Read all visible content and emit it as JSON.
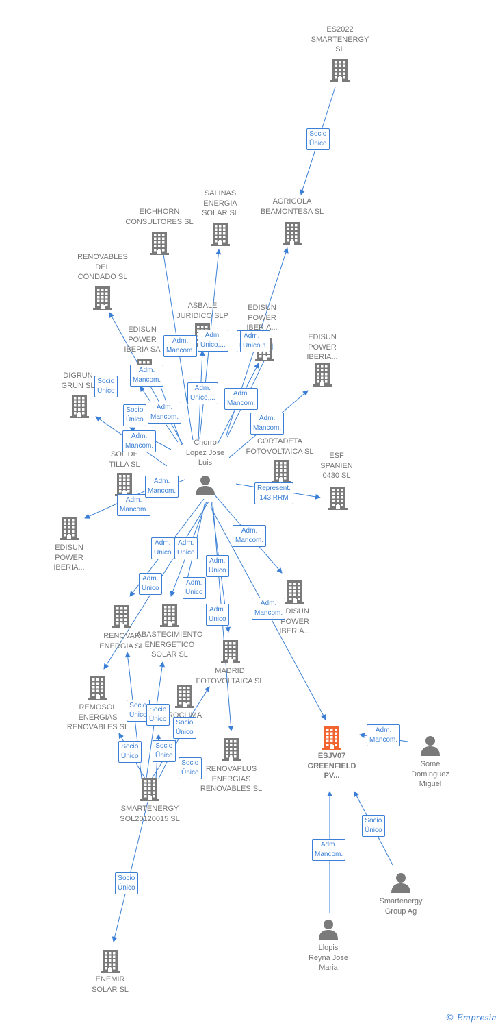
{
  "colors": {
    "edge": "#3a7fd5",
    "company": "#7a7a7a",
    "focus": "#f26430",
    "person": "#7a7a7a",
    "text": "#757575"
  },
  "nodes": [
    {
      "id": "es2022",
      "type": "company",
      "label": "ES2022\nSMARTENERGY\nSL"
    },
    {
      "id": "agricola",
      "type": "company",
      "label": "AGRICOLA\nBEAMONTESA SL"
    },
    {
      "id": "salinas",
      "type": "company",
      "label": "SALINAS\nENERGIA\nSOLAR SL"
    },
    {
      "id": "eichhorn",
      "type": "company",
      "label": "EICHHORN\nCONSULTORES SL"
    },
    {
      "id": "renov_condado",
      "type": "company",
      "label": "RENOVABLES\nDEL\nCONDADO SL"
    },
    {
      "id": "asbale",
      "type": "company",
      "label": "ASBALE\nJURIDICO SLP"
    },
    {
      "id": "edisun_a",
      "type": "company",
      "label": "EDISUN\nPOWER\nIBERIA..."
    },
    {
      "id": "edisun_b",
      "type": "company",
      "label": "EDISUN\nPOWER\nIBERIA..."
    },
    {
      "id": "edisun_c",
      "type": "company",
      "label": "EDISUN\nPOWER\nIBERIA SA"
    },
    {
      "id": "digrun",
      "type": "company",
      "label": "DIGRUN\nGRUN SL"
    },
    {
      "id": "sol_tilla",
      "type": "company",
      "label": "SOL DE\nTILLA SL"
    },
    {
      "id": "edisun_d",
      "type": "company",
      "label": "EDISUN\nPOWER\nIBERIA..."
    },
    {
      "id": "cortadeta",
      "type": "company",
      "label": "CORTADETA\nFOTOVOLTAICA SL"
    },
    {
      "id": "esf",
      "type": "company",
      "label": "ESF\nSPANIEN\n0430 SL"
    },
    {
      "id": "edisun_e",
      "type": "company",
      "label": "EDISUN\nPOWER\nIBERIA..."
    },
    {
      "id": "renovar",
      "type": "company",
      "label": "RENOVAR\nENERGIA SL"
    },
    {
      "id": "abastecimiento",
      "type": "company",
      "label": "ABASTECIMIENTO\nENERGETICO\nSOLAR SL"
    },
    {
      "id": "madrid",
      "type": "company",
      "label": "MADRID\nFOTOVOLTAICA SL"
    },
    {
      "id": "remosol",
      "type": "company",
      "label": "REMOSOL\nENERGIAS\nRENOVABLES SL"
    },
    {
      "id": "roclima",
      "type": "company",
      "label": "ROCLIMA\nSL"
    },
    {
      "id": "renovaplus",
      "type": "company",
      "label": "RENOVAPLUS\nENERGIAS\nRENOVABLES SL"
    },
    {
      "id": "smartenergy_sol",
      "type": "company",
      "label": "SMARTENERGY\nSOL20120015 SL"
    },
    {
      "id": "enemir",
      "type": "company",
      "label": "ENEMIR\nSOLAR SL"
    },
    {
      "id": "esjv07",
      "type": "focus",
      "label": "ESJV07\nGREENFIELD\nPV..."
    },
    {
      "id": "chorro",
      "type": "person",
      "label": "Chorro\nLopez Jose\nLuis"
    },
    {
      "id": "some",
      "type": "person",
      "label": "Some\nDominguez\nMiguel"
    },
    {
      "id": "smartenergy_group",
      "type": "person",
      "label": "Smartenergy\nGroup Ag"
    },
    {
      "id": "llopis",
      "type": "person",
      "label": "Llopis\nReyna Jose\nMaria"
    }
  ],
  "edges": [
    {
      "label": "Socio\nÚnico"
    },
    {
      "label": "Adm.\nMancom."
    },
    {
      "label": "Adm.\nUnico,..."
    },
    {
      "label": "Adm.\nMancom."
    },
    {
      "label": "Adm.\nMancom."
    },
    {
      "label": "Adm.\nUnico"
    },
    {
      "label": "Adm.\nUnico,..."
    },
    {
      "label": "Adm.\nMancom."
    },
    {
      "label": "Socio\nÚnico"
    },
    {
      "label": "Adm.\nMancom."
    },
    {
      "label": "Socio\nÚnico"
    },
    {
      "label": "Adm.\nMancom."
    },
    {
      "label": "Adm.\nMancom."
    },
    {
      "label": "Adm.\nMancom."
    },
    {
      "label": "Represent.\n143 RRM"
    },
    {
      "label": "Adm.\nMancom."
    },
    {
      "label": "Adm.\nMancom."
    },
    {
      "label": "Adm.\nUnico"
    },
    {
      "label": "Adm.\nUnico"
    },
    {
      "label": "Adm.\nUnico"
    },
    {
      "label": "Adm.\nUnico"
    },
    {
      "label": "Adm.\nUnico"
    },
    {
      "label": "Adm.\nUnico"
    },
    {
      "label": "Adm.\nMancom."
    },
    {
      "label": "Socio\nÚnico"
    },
    {
      "label": "Socio\nÚnico"
    },
    {
      "label": "Socio\nÚnico"
    },
    {
      "label": "Socio\nÚnico"
    },
    {
      "label": "Socio\nÚnico"
    },
    {
      "label": "Socio\nÚnico"
    },
    {
      "label": "Socio\nÚnico"
    },
    {
      "label": "Adm.\nMancom."
    },
    {
      "label": "Adm.\nMancom."
    },
    {
      "label": "Socio\nÚnico"
    }
  ],
  "watermark": {
    "symbol": "©",
    "brand": "Empresia"
  }
}
